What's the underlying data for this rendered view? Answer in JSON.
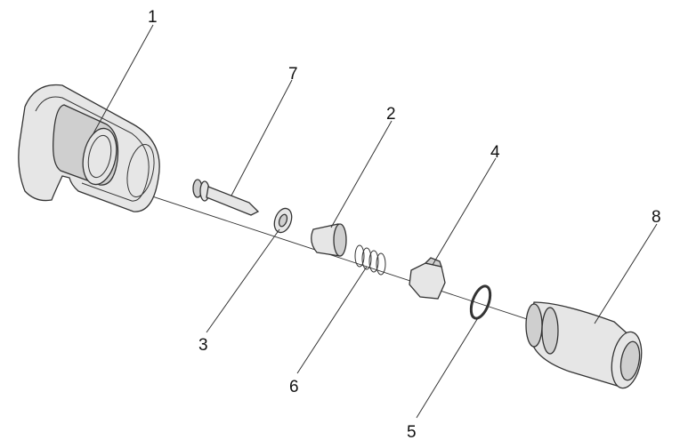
{
  "diagram": {
    "type": "exploded-assembly-view",
    "callouts": [
      {
        "id": "1"
      },
      {
        "id": "7"
      },
      {
        "id": "2"
      },
      {
        "id": "4"
      },
      {
        "id": "8"
      },
      {
        "id": "3"
      },
      {
        "id": "6"
      },
      {
        "id": "5"
      }
    ]
  }
}
